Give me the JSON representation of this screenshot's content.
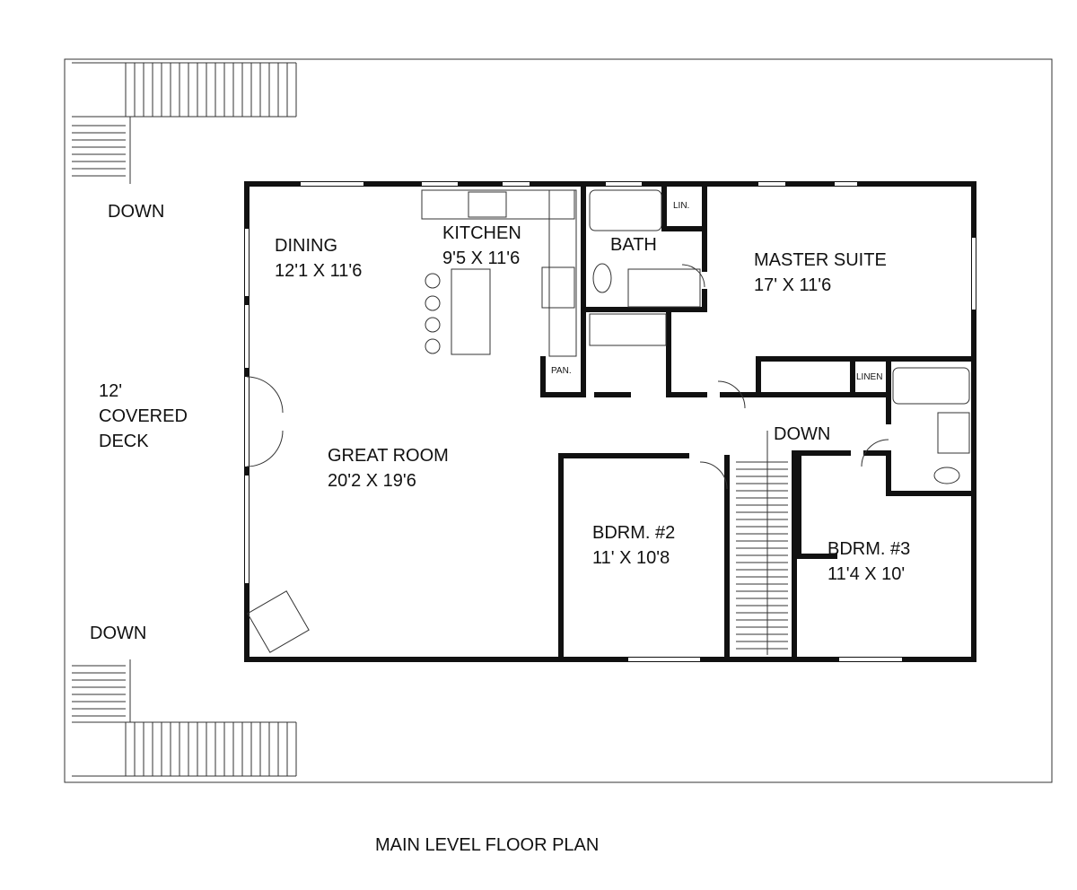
{
  "title": "MAIN LEVEL FLOOR PLAN",
  "rooms": {
    "dining": {
      "name": "DINING",
      "size": "12'1 X 11'6"
    },
    "kitchen": {
      "name": "KITCHEN",
      "size": "9'5 X 11'6"
    },
    "bath": {
      "name": "BATH"
    },
    "master": {
      "name": "MASTER SUITE",
      "size": "17' X 11'6"
    },
    "deck": {
      "line1": "12'",
      "line2": "COVERED",
      "line3": "DECK"
    },
    "great": {
      "name": "GREAT ROOM",
      "size": "20'2 X 19'6"
    },
    "bdrm2": {
      "name": "BDRM. #2",
      "size": "11' X 10'8"
    },
    "bdrm3": {
      "name": "BDRM. #3",
      "size": "11'4 X 10'"
    }
  },
  "labels": {
    "down_top": "DOWN",
    "down_bottom": "DOWN",
    "down_hall": "DOWN",
    "lin": "LIN.",
    "linen": "LINEN",
    "pan": "PAN."
  }
}
